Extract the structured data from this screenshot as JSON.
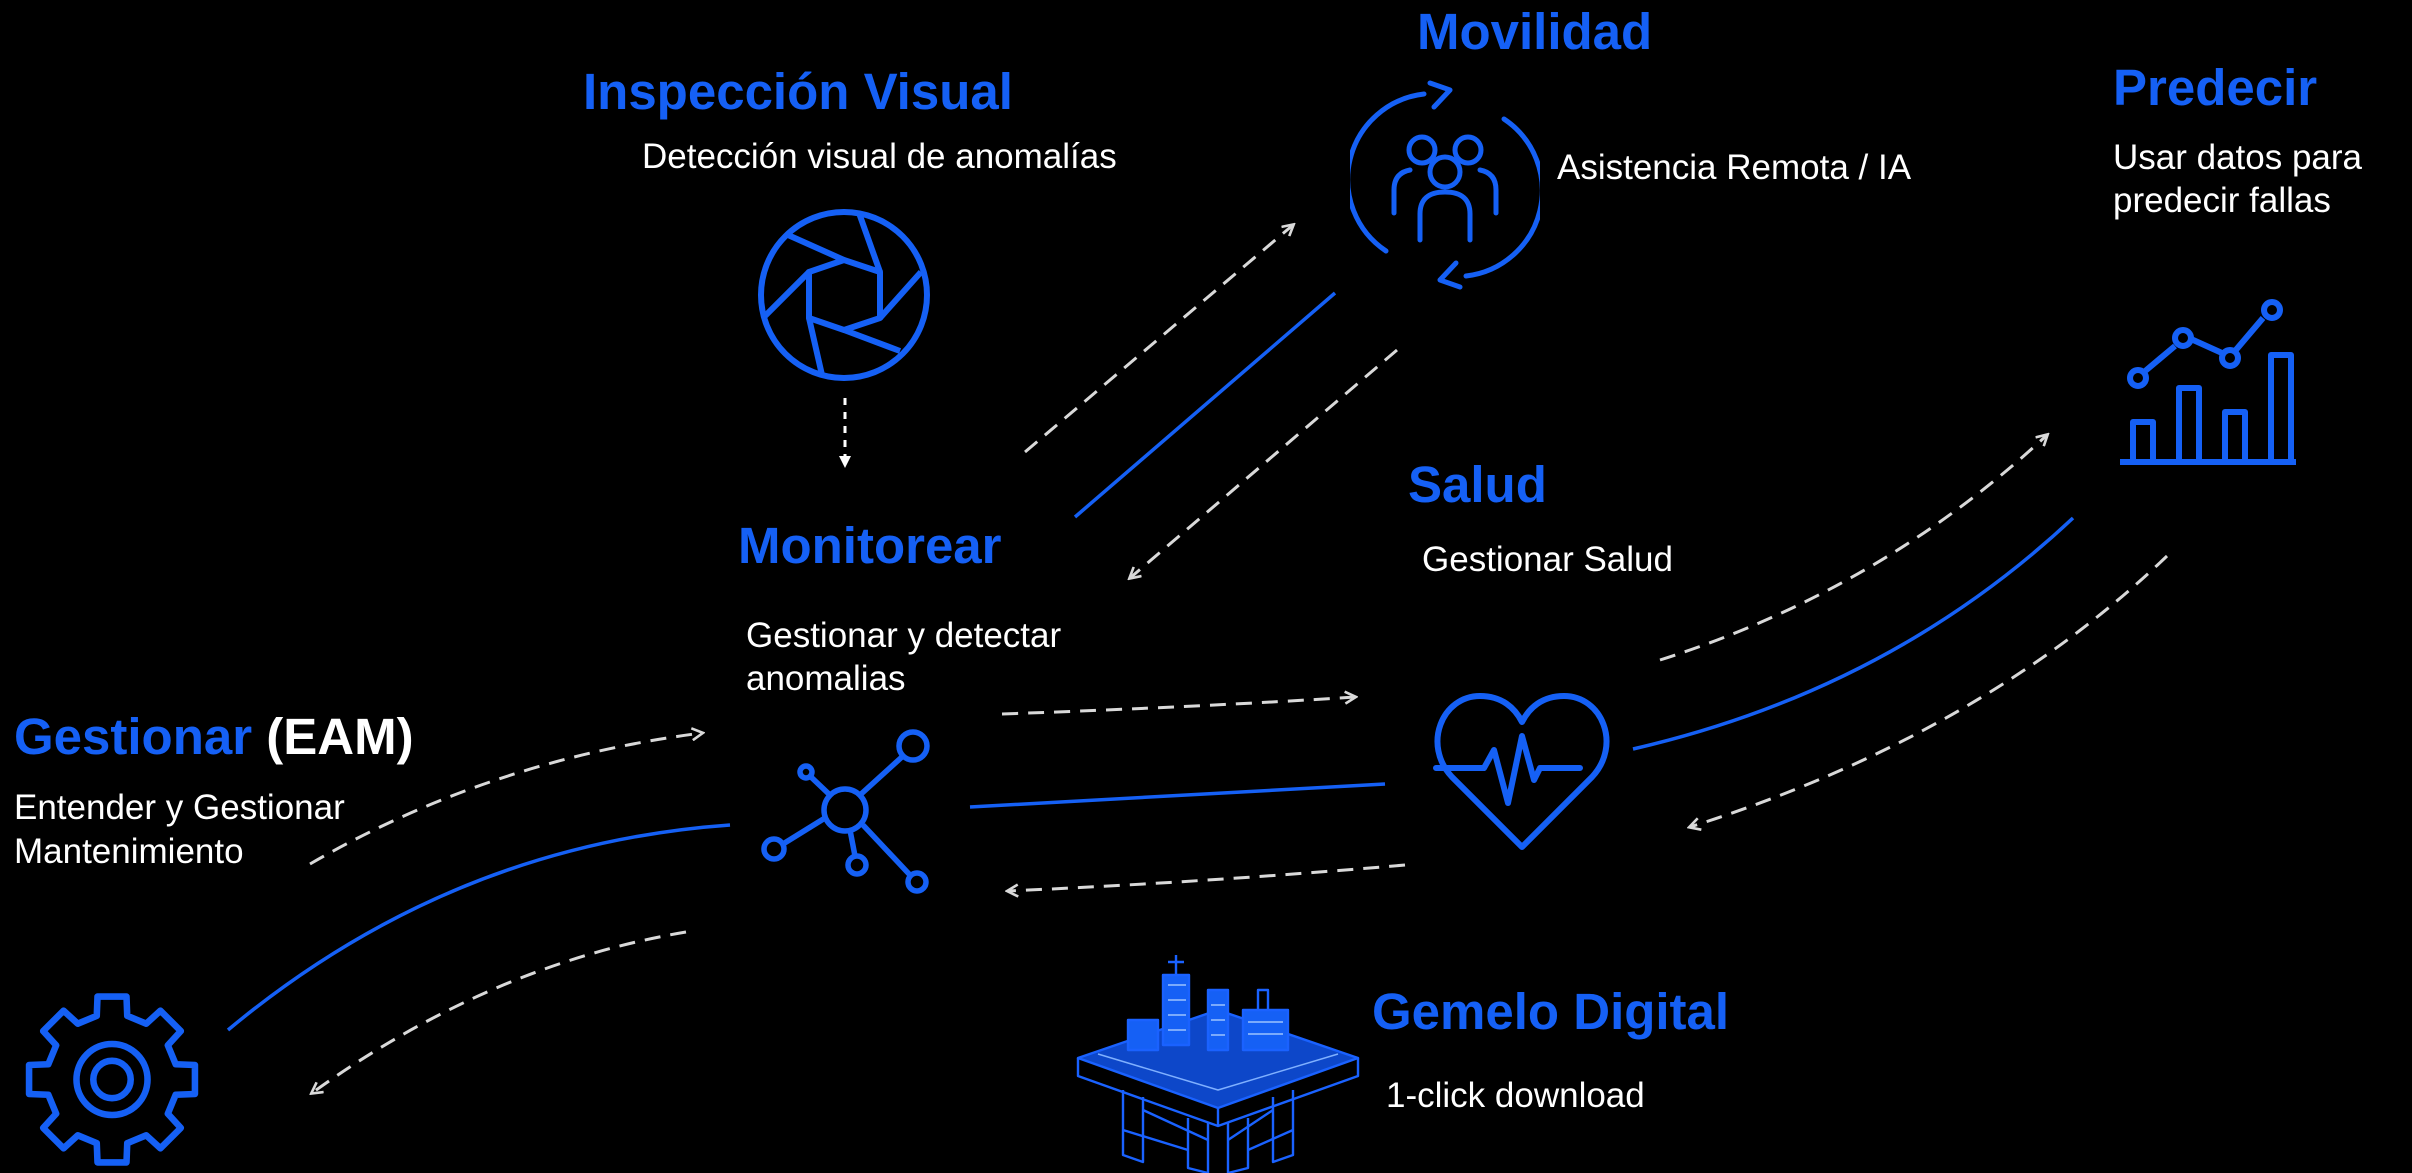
{
  "colors": {
    "background": "#000000",
    "accent": "#1560f5",
    "text": "#ffffff",
    "dashed": "#d9d9d9"
  },
  "nodes": {
    "inspeccion": {
      "title": "Inspección Visual",
      "desc": "Detección visual de anomalías",
      "icon": "camera-aperture-icon"
    },
    "movilidad": {
      "title": "Movilidad",
      "desc": "Asistencia Remota / IA",
      "icon": "team-cycle-icon"
    },
    "predecir": {
      "title": "Predecir",
      "desc_line1": "Usar datos para",
      "desc_line2": "predecir fallas",
      "icon": "trend-bar-chart-icon"
    },
    "monitorear": {
      "title": "Monitorear",
      "desc_line1": "Gestionar y detectar",
      "desc_line2": "anomalias",
      "icon": "network-hub-icon"
    },
    "salud": {
      "title": "Salud",
      "desc": "Gestionar Salud",
      "icon": "heart-pulse-icon"
    },
    "gestionar": {
      "title": "Gestionar",
      "title_suffix": "(EAM)",
      "desc_line1": "Entender y Gestionar",
      "desc_line2": "Mantenimiento",
      "icon": "gear-icon"
    },
    "gemelo": {
      "title": "Gemelo Digital",
      "desc": "1-click download",
      "icon": "offshore-platform-icon"
    }
  }
}
